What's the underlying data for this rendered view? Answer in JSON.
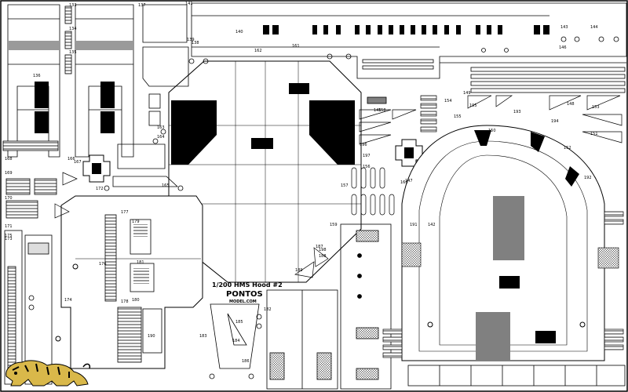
{
  "sheet": {
    "title": "1/200 HMS Hood #2",
    "brand": "PONTOS",
    "brand_sub": "MODEL.COM",
    "colors": {
      "paper": "#ffffff",
      "etch_line": "#000000",
      "solid": "#000000",
      "half_etch": "#808080",
      "logo_gold": "#d9b84a"
    },
    "logo_icon": "tiger-icon",
    "part_numbers": [
      "133",
      "134",
      "135",
      "136",
      "137",
      "138",
      "139",
      "140",
      "141",
      "142",
      "143",
      "144",
      "145",
      "146",
      "147",
      "148",
      "149",
      "150",
      "151",
      "152",
      "153",
      "154",
      "155",
      "156",
      "157",
      "158",
      "159",
      "160",
      "161",
      "162",
      "163",
      "164",
      "165",
      "166",
      "167",
      "168",
      "169",
      "170",
      "171",
      "172",
      "173",
      "174",
      "175",
      "176",
      "177",
      "178",
      "179",
      "180",
      "181",
      "182",
      "183",
      "184",
      "185",
      "186",
      "187",
      "188",
      "189",
      "190",
      "191",
      "192",
      "193",
      "194",
      "195",
      "196",
      "197",
      "198"
    ]
  }
}
